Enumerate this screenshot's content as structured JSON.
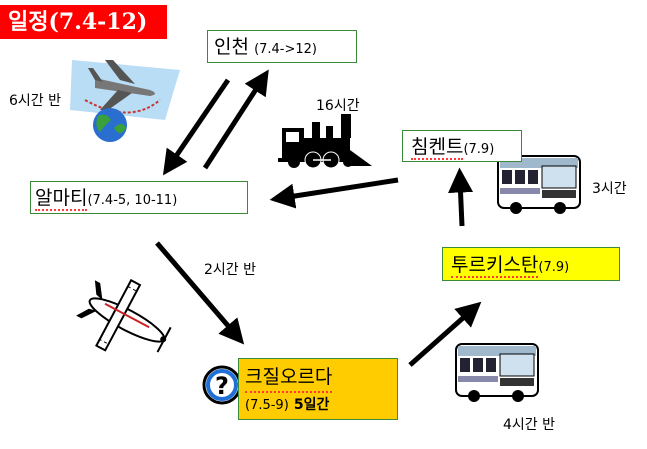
{
  "title": "일정(7.4-12)",
  "nodes": {
    "incheon": {
      "name": "인천",
      "dates": "(7.4->12)"
    },
    "almaty": {
      "name": "알마티",
      "dates": "(7.4-5, 10-11)"
    },
    "chimkent": {
      "name": "침켄트",
      "dates": "(7.9)"
    },
    "turkistan": {
      "name": "투르키스탄",
      "dates": "(7.9)"
    },
    "kyzylorda": {
      "name": "크질오르다",
      "dates": "(7.5-9)",
      "duration": "5일간"
    }
  },
  "durations": {
    "flight_incheon_almaty": "6시간 반",
    "train_chimkent_almaty": "16시간",
    "bus_turkistan_chimkent": "3시간",
    "flight_almaty_kyzylorda": "2시간 반",
    "bus_kyzylorda_turkistan": "4시간 반"
  },
  "icons": [
    "airplane-globe-icon",
    "steam-train-icon",
    "bus-icon",
    "propeller-plane-icon",
    "question-mark-icon"
  ],
  "colors": {
    "title_bg": "#ff0000",
    "node_border": "#3a8a3a",
    "highlight_bg": "#ffff00",
    "kyzylorda_bg": "#ffcc00",
    "arrow": "#000000"
  }
}
